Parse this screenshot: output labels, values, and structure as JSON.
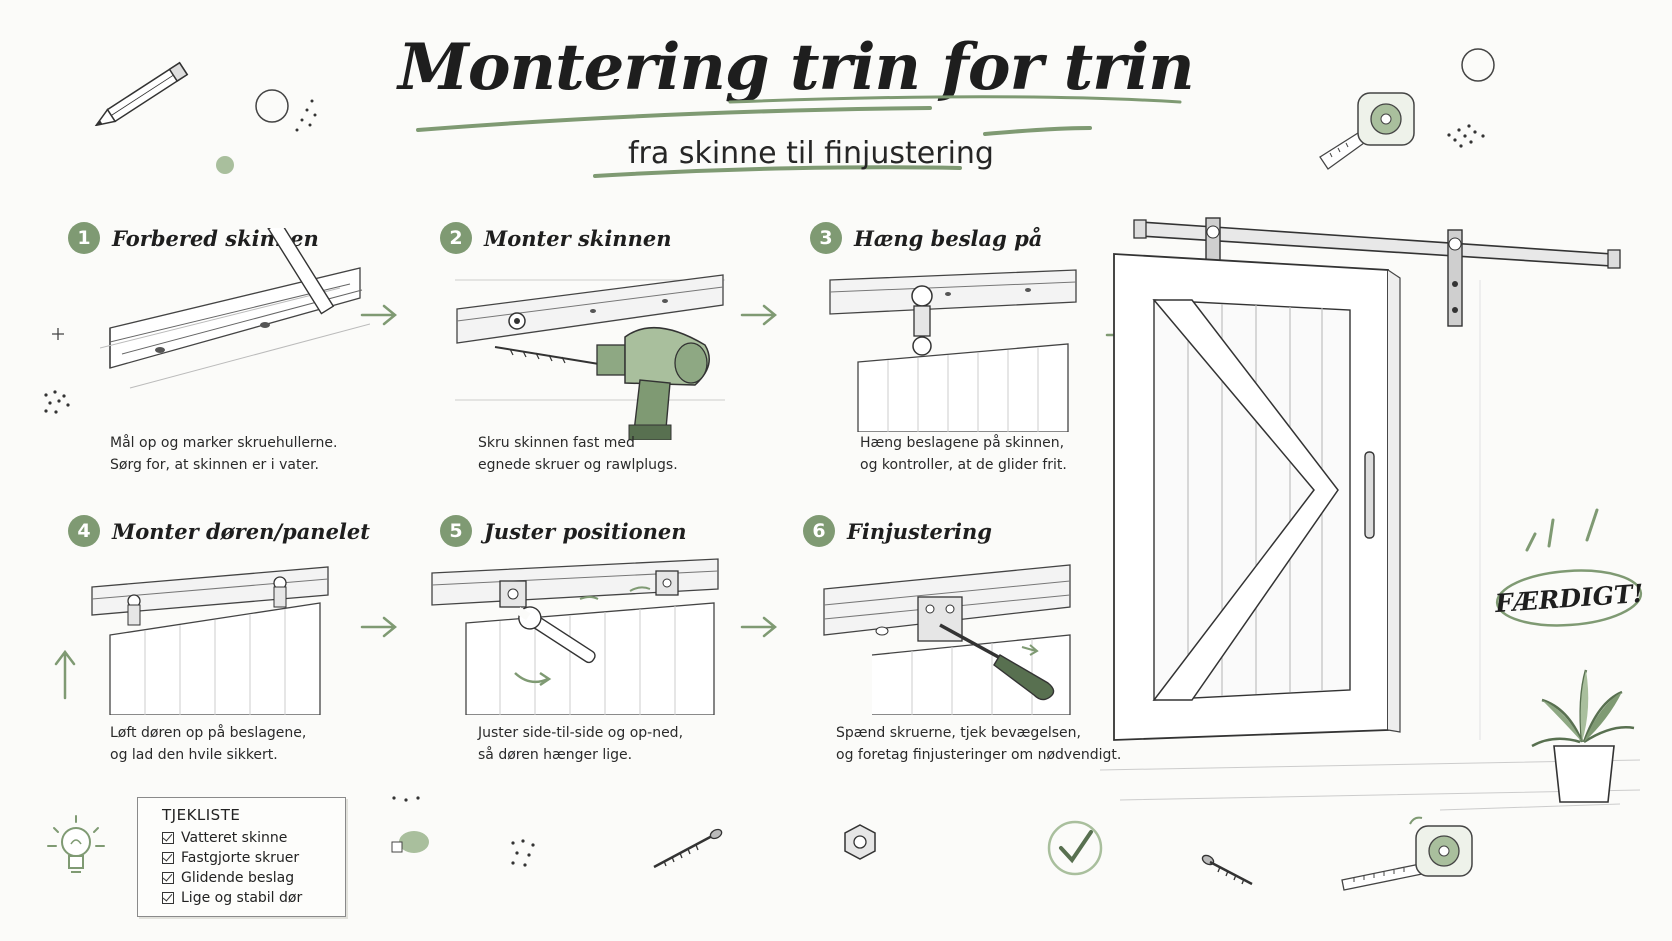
{
  "header": {
    "title": "Montering trin for trin",
    "subtitle": "fra skinne til finjustering"
  },
  "steps": [
    {
      "number": "1",
      "title": "Forbered skinnen",
      "desc_line1": "Mål op og marker skruehullerne.",
      "desc_line2": "Sørg for, at skinnen er i vater."
    },
    {
      "number": "2",
      "title": "Monter skinnen",
      "desc_line1": "Skru skinnen fast med",
      "desc_line2": "egnede skruer og rawlplugs."
    },
    {
      "number": "3",
      "title": "Hæng beslag på",
      "desc_line1": "Hæng beslagene på skinnen,",
      "desc_line2": "og kontroller, at de glider frit."
    },
    {
      "number": "4",
      "title": "Monter døren/panelet",
      "desc_line1": "Løft døren op på beslagene,",
      "desc_line2": "og lad den hvile sikkert."
    },
    {
      "number": "5",
      "title": "Juster positionen",
      "desc_line1": "Juster side-til-side og op-ned,",
      "desc_line2": "så døren hænger lige."
    },
    {
      "number": "6",
      "title": "Finjustering",
      "desc_line1": "Spænd skruerne, tjek bevægelsen,",
      "desc_line2": "og foretag finjusteringer om nødvendigt."
    }
  ],
  "checklist": {
    "title": "TJEKLISTE",
    "items": [
      "Vatteret skinne",
      "Fastgjorte skruer",
      "Glidende beslag",
      "Lige og stabil dør"
    ]
  },
  "done_label": "FÆRDIGT!",
  "colors": {
    "accent": "#7f9a73",
    "accent_light": "#a9bf9d",
    "ink": "#262626",
    "background": "#fbfbf9"
  },
  "icons": [
    "pencil-icon",
    "measuring-tape-icon",
    "lightbulb-icon",
    "screw-icon",
    "hex-nut-icon",
    "checkmark-icon",
    "plant-icon",
    "drill-icon",
    "wrench-icon",
    "screwdriver-icon",
    "arrow-right-icon",
    "arrow-up-icon"
  ]
}
